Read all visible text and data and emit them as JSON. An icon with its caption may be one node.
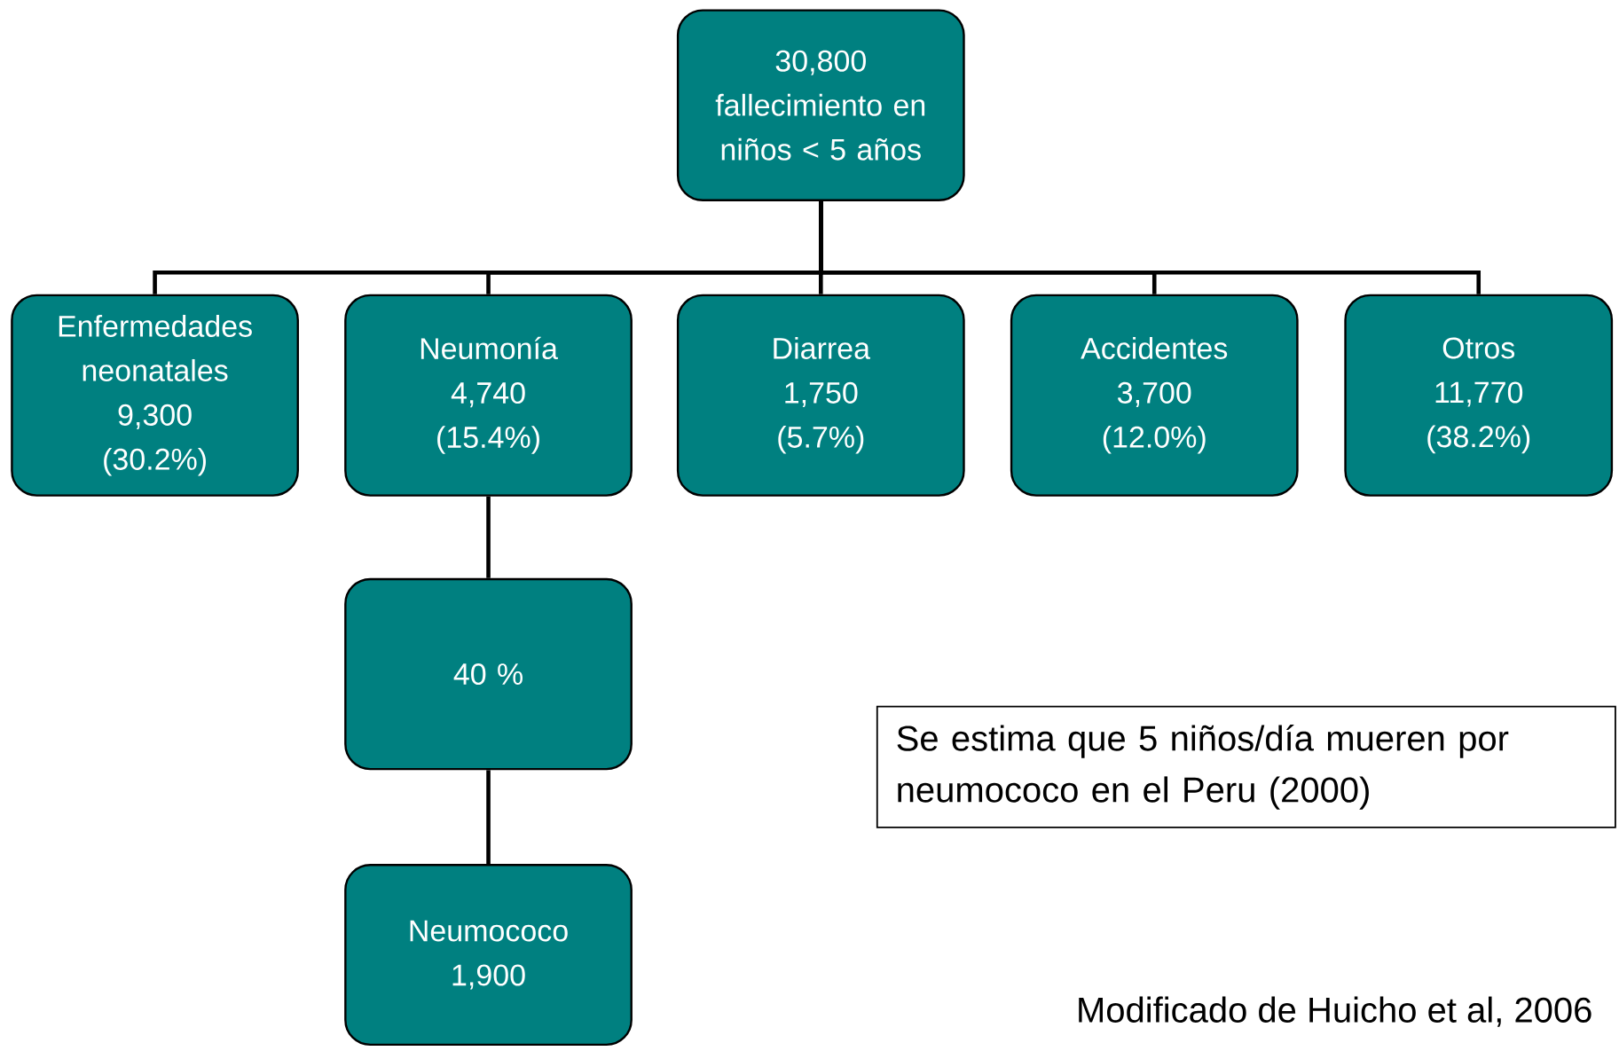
{
  "diagram": {
    "nodes": [
      {
        "text": [
          "30,800",
          "fallecimiento en niños < 5 años"
        ]
      },
      {
        "text": [
          "Enfermedades neonatales",
          "9,300",
          "(30.2%)"
        ]
      },
      {
        "text": [
          "Neumonía",
          "4,740",
          "(15.4%)"
        ]
      },
      {
        "text": [
          "Diarrea",
          "1,750",
          "(5.7%)"
        ]
      },
      {
        "text": [
          "Accidentes",
          "3,700",
          "(12.0%)"
        ]
      },
      {
        "text": [
          "Otros",
          "11,770",
          "(38.2%)"
        ]
      },
      {
        "text": [
          "40 %"
        ]
      },
      {
        "text": [
          "Neumococo",
          "1,900"
        ]
      },
      {
        "text": [
          "Se estima que 5 niños/día mueren por neumococo en el Peru (2000)"
        ]
      }
    ],
    "edges": [
      {
        "from": 0,
        "to": 1,
        "arrow": "none"
      },
      {
        "from": 0,
        "to": 2,
        "arrow": "none"
      },
      {
        "from": 0,
        "to": 3,
        "arrow": "none"
      },
      {
        "from": 0,
        "to": 4,
        "arrow": "none"
      },
      {
        "from": 0,
        "to": 5,
        "arrow": "none"
      },
      {
        "from": 2,
        "to": 6,
        "arrow": "none"
      },
      {
        "from": 6,
        "to": 7,
        "arrow": "none"
      }
    ],
    "caption": "Modificado de Huicho et al, 2006"
  }
}
